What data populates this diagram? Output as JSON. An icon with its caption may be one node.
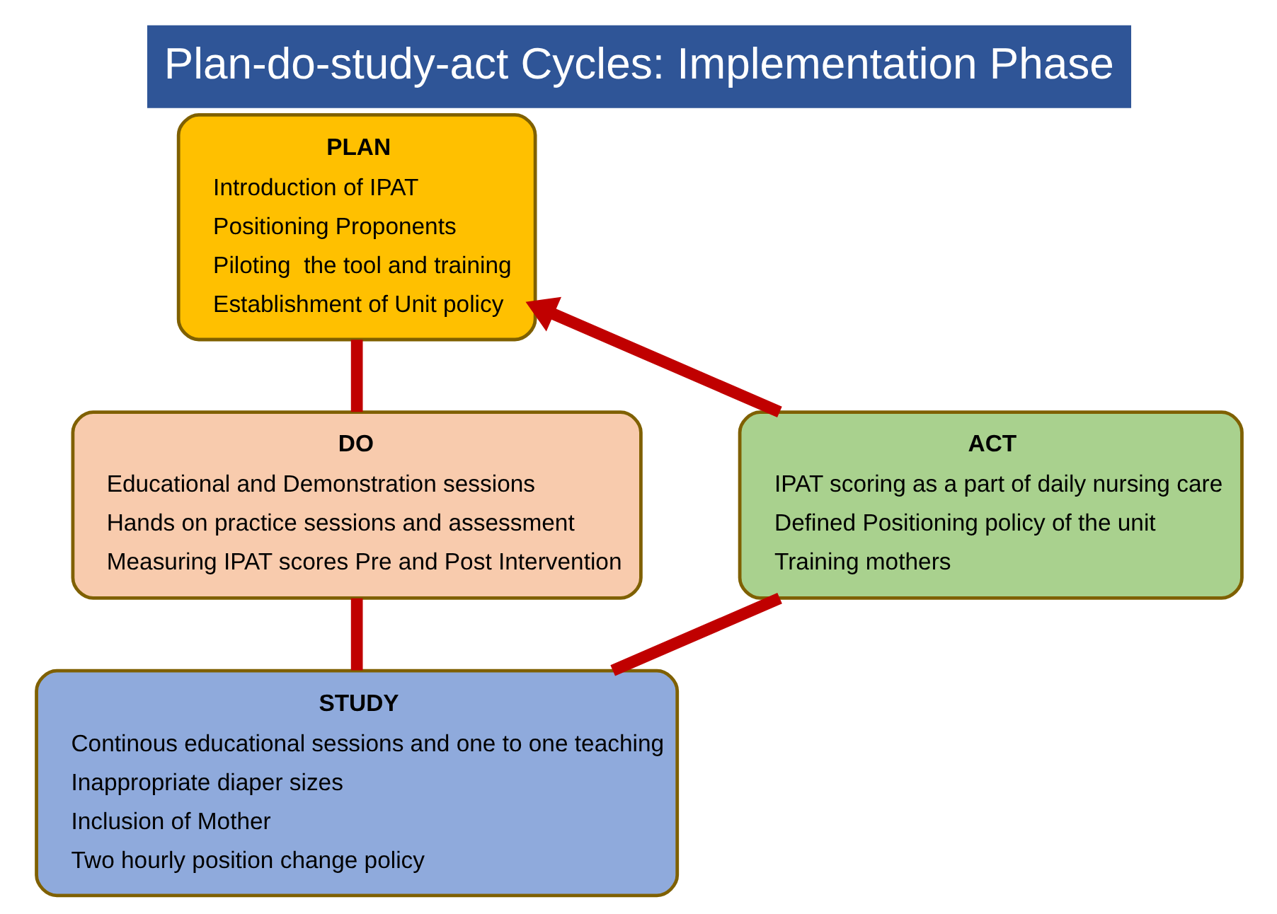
{
  "diagram": {
    "title": "Plan-do-study-act Cycles: Implementation Phase",
    "nodes": [
      {
        "text": [
          "PLAN",
          "Introduction of IPAT",
          "Positioning Proponents",
          "Piloting  the tool and training",
          "Establishment of Unit policy"
        ]
      },
      {
        "text": [
          "DO",
          "Educational and Demonstration sessions",
          "Hands on practice sessions and assessment",
          "Measuring IPAT scores Pre and Post Intervention"
        ]
      },
      {
        "text": [
          "STUDY",
          "Continous educational sessions and one to one teaching",
          "Inappropriate diaper sizes",
          "Inclusion of Mother",
          "Two hourly position change policy"
        ]
      },
      {
        "text": [
          "ACT",
          "IPAT scoring as a part of daily nursing care",
          "Defined Positioning policy of the unit",
          "Training mothers"
        ]
      }
    ],
    "edges": [
      {
        "from": 0,
        "to": 1,
        "arrow": "none"
      },
      {
        "from": 1,
        "to": 2,
        "arrow": "none"
      },
      {
        "from": 2,
        "to": 3,
        "arrow": "none"
      },
      {
        "from": 3,
        "to": 0,
        "arrow": "to"
      }
    ]
  }
}
